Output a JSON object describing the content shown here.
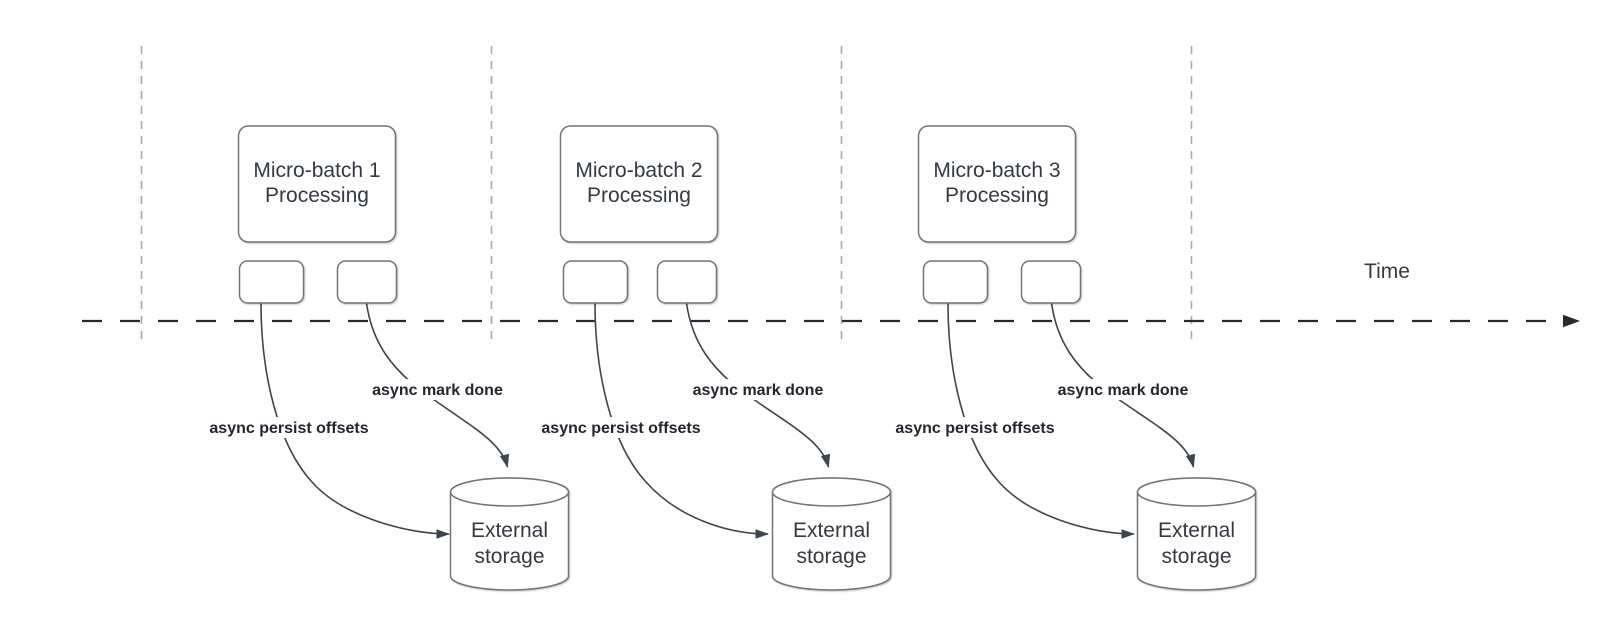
{
  "colors": {
    "guide": "#a9a9a9",
    "axis": "#262a31",
    "arrow": "#3e4551",
    "shape-stroke": "#6e747c",
    "text": "#343a43",
    "label": "#22262e",
    "bg": "#ffffff"
  },
  "time_axis": {
    "label": "Time"
  },
  "batches": [
    {
      "box_line1": "Micro-batch 1",
      "box_line2": "Processing",
      "persist_label": "async persist offsets",
      "done_label": "async mark done",
      "storage_line1": "External",
      "storage_line2": "storage"
    },
    {
      "box_line1": "Micro-batch 2",
      "box_line2": "Processing",
      "persist_label": "async persist offsets",
      "done_label": "async mark done",
      "storage_line1": "External",
      "storage_line2": "storage"
    },
    {
      "box_line1": "Micro-batch 3",
      "box_line2": "Processing",
      "persist_label": "async persist offsets",
      "done_label": "async mark done",
      "storage_line1": "External",
      "storage_line2": "storage"
    }
  ]
}
